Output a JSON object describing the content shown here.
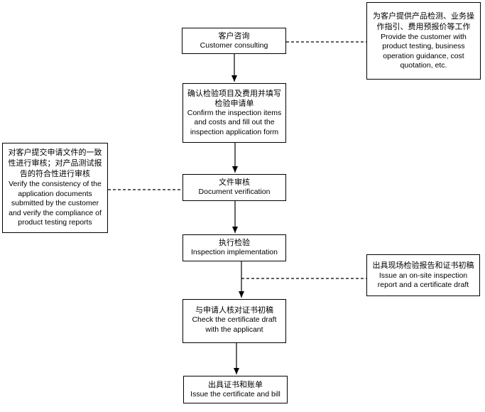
{
  "colors": {
    "line": "#000000",
    "box_border": "#000000",
    "background": "#ffffff",
    "text": "#000000"
  },
  "diagram": {
    "nodes": {
      "customer_consulting": {
        "zh": "客户咨询",
        "en": "Customer consulting"
      },
      "confirm_application": {
        "zh": "确认检验项目及费用并填写检验申请单",
        "en": "Confirm the inspection items and costs and fill out the inspection application form"
      },
      "document_verification": {
        "zh": "文件审核",
        "en": "Document verification"
      },
      "inspection_implementation": {
        "zh": "执行检验",
        "en": "Inspection implementation"
      },
      "check_certificate_draft": {
        "zh": "与申请人核对证书初稿",
        "en": "Check the certificate draft with the applicant"
      },
      "issue_certificate_bill": {
        "zh": "出具证书和账单",
        "en": "Issue the certificate and bill"
      }
    },
    "annotations": {
      "provide_customer_services": {
        "zh": "为客户提供产品检测、业务操作指引、费用预报价等工作",
        "en": "Provide the customer with product testing, business operation guidance, cost quotation, etc."
      },
      "verify_consistency": {
        "zh": "对客户提交申请文件的一致性进行审核；对产品测试报告的符合性进行审核",
        "en": "Verify the consistency of the application documents submitted by the customer and verify the compliance of product testing reports"
      },
      "issue_onsite_report": {
        "zh": "出具现场检验报告和证书初稿",
        "en": "Issue an on-site inspection report and a certificate draft"
      }
    }
  }
}
